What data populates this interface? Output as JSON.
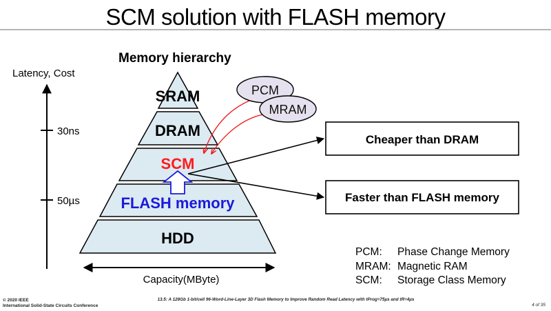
{
  "slide": {
    "title": "SCM solution with FLASH memory",
    "subtitle": "Memory hierarchy"
  },
  "axes": {
    "vertical_label": "Latency, Cost",
    "ticks": [
      "30ns",
      "50µs"
    ],
    "horizontal_label": "Capacity(MByte)"
  },
  "pyramid": {
    "tiers": [
      {
        "name": "sram",
        "label": "SRAM",
        "color": "#000000"
      },
      {
        "name": "dram",
        "label": "DRAM",
        "color": "#000000"
      },
      {
        "name": "scm",
        "label": "SCM",
        "color": "#ff1a1a"
      },
      {
        "name": "flash",
        "label": "FLASH memory",
        "color": "#1a1adc"
      },
      {
        "name": "hdd",
        "label": "HDD",
        "color": "#000000"
      }
    ],
    "fill_color": "#dceaf2"
  },
  "bubbles": [
    {
      "name": "pcm",
      "label": "PCM"
    },
    {
      "name": "mram",
      "label": "MRAM"
    }
  ],
  "callouts": [
    {
      "name": "cheaper-than-dram",
      "label": "Cheaper than DRAM"
    },
    {
      "name": "faster-than-flash",
      "label": "Faster than FLASH memory"
    }
  ],
  "legend": [
    {
      "abbr": "PCM:",
      "meaning": "Phase Change Memory"
    },
    {
      "abbr": "MRAM:",
      "meaning": "Magnetic RAM"
    },
    {
      "abbr": "SCM:",
      "meaning": "Storage Class Memory"
    }
  ],
  "colors": {
    "bubble_fill": "#e6e1ee",
    "arrow_red": "#ee1c1c",
    "flash_arrow": "#1a1adc"
  },
  "footer": {
    "copyright": "© 2020 IEEE",
    "conference": "International Solid-State Circuits Conference",
    "paper": "13.5:  A 128Gb 1-bit/cell 96-Word-Line-Layer 3D Flash Memory to Improve Random Read Latency with tProg=75µs and tR=4µs",
    "page": "4 of 35"
  }
}
